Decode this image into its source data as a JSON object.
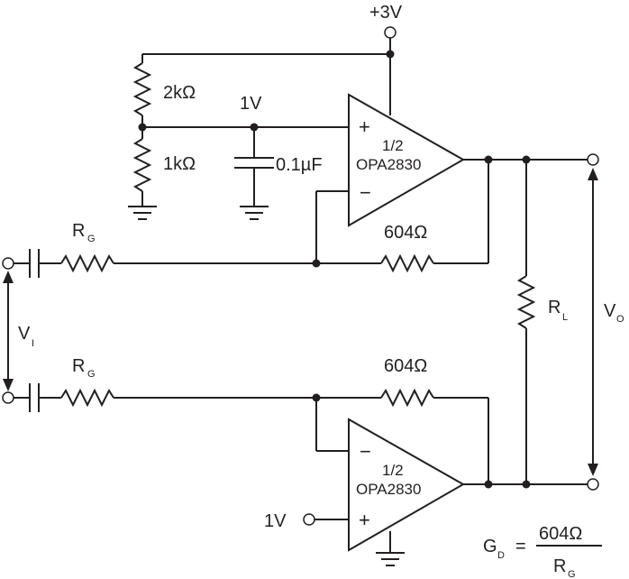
{
  "supply": {
    "label": "+3V"
  },
  "bias": {
    "r_top": "2kΩ",
    "r_bottom": "1kΩ",
    "node_voltage": "1V",
    "cap": "0.1µF"
  },
  "amp_top": {
    "name_line1": "1/2",
    "name_line2": "OPA2830",
    "plus": "+",
    "minus": "−"
  },
  "amp_bottom": {
    "name_line1": "1/2",
    "name_line2": "OPA2830",
    "plus": "+",
    "minus": "−",
    "ref_input": "1V"
  },
  "feedback_top": "604Ω",
  "feedback_bottom": "604Ω",
  "input": {
    "rg_top": {
      "main": "R",
      "sub": "G"
    },
    "rg_bottom": {
      "main": "R",
      "sub": "G"
    },
    "vi": {
      "main": "V",
      "sub": "I"
    }
  },
  "load": {
    "main": "R",
    "sub": "L"
  },
  "output": {
    "main": "V",
    "sub": "O"
  },
  "formula": {
    "lhs_main": "G",
    "lhs_sub": "D",
    "equals": "=",
    "numerator": "604Ω",
    "denominator_main": "R",
    "denominator_sub": "G"
  }
}
